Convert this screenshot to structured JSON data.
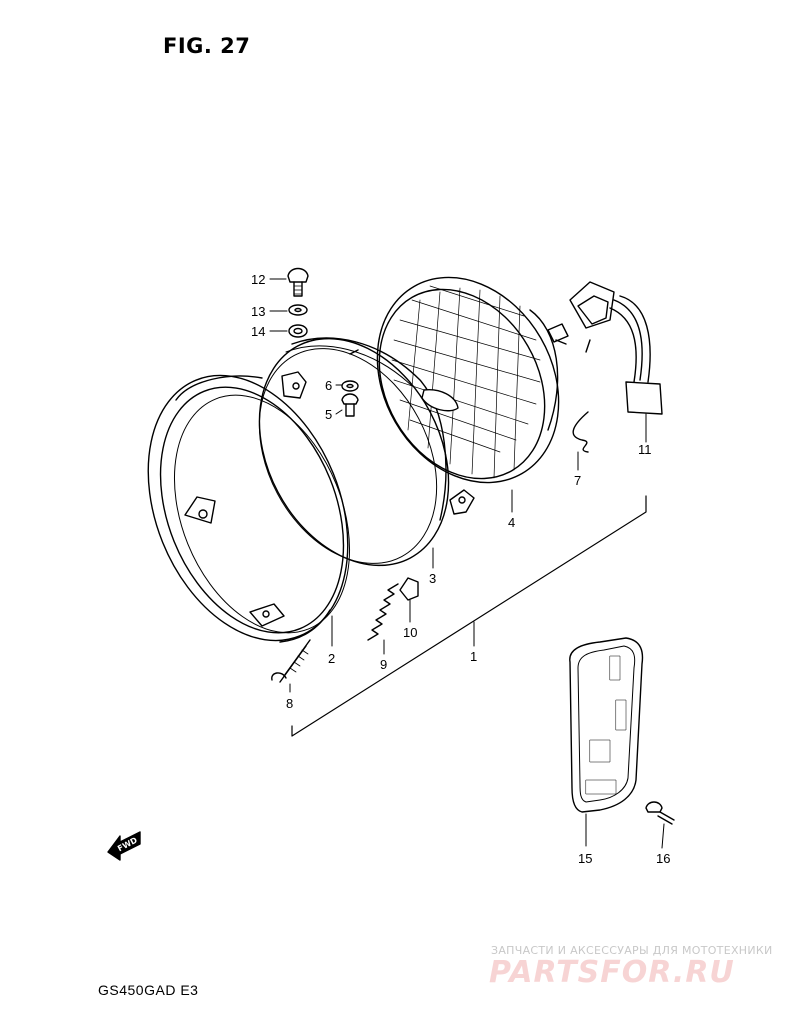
{
  "figure": {
    "title": "FIG. 27",
    "model": "GS450GAD  E3"
  },
  "fwd_marker": {
    "label": "FWD"
  },
  "callouts": [
    {
      "id": "1",
      "label": "1"
    },
    {
      "id": "2",
      "label": "2"
    },
    {
      "id": "3",
      "label": "3"
    },
    {
      "id": "4",
      "label": "4"
    },
    {
      "id": "5",
      "label": "5"
    },
    {
      "id": "6",
      "label": "6"
    },
    {
      "id": "7",
      "label": "7"
    },
    {
      "id": "8",
      "label": "8"
    },
    {
      "id": "9",
      "label": "9"
    },
    {
      "id": "10",
      "label": "10"
    },
    {
      "id": "11",
      "label": "11"
    },
    {
      "id": "12",
      "label": "12"
    },
    {
      "id": "13",
      "label": "13"
    },
    {
      "id": "14",
      "label": "14"
    },
    {
      "id": "15",
      "label": "15"
    },
    {
      "id": "16",
      "label": "16"
    }
  ],
  "watermark": {
    "tagline": "ЗАПЧАСТИ И АКСЕССУАРЫ ДЛЯ МОТОТЕХНИКИ",
    "logo": "PARTSFOR.RU",
    "color": "#f7d4d4"
  }
}
